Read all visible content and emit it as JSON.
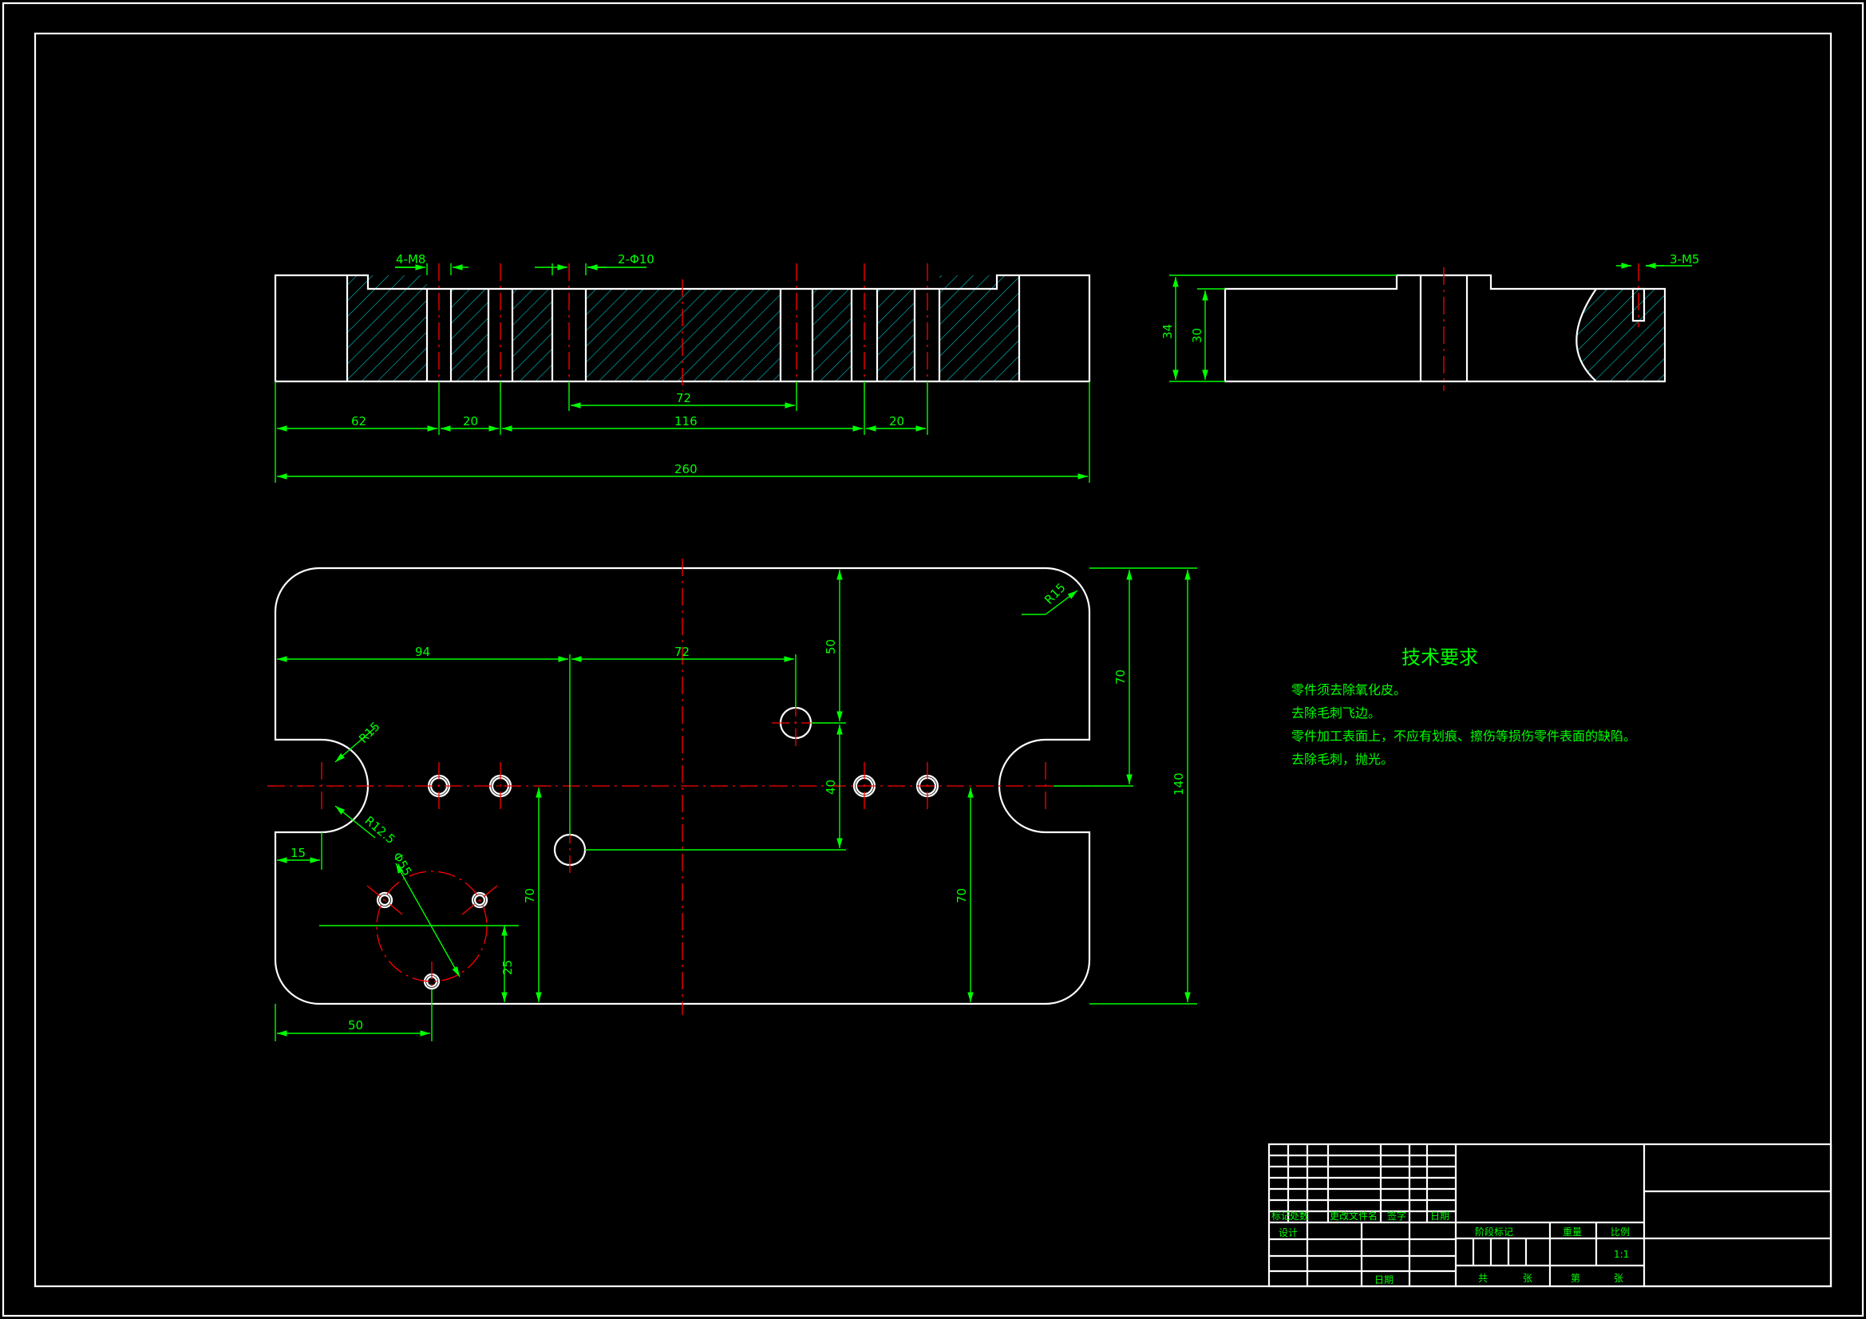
{
  "front_view": {
    "callouts": {
      "tapped_holes": "4-M8",
      "pin_holes": "2-Φ10"
    },
    "dims": {
      "d62": "62",
      "d20a": "20",
      "d72": "72",
      "d116": "116",
      "d20b": "20",
      "d260": "260"
    }
  },
  "side_view": {
    "callouts": {
      "tapped": "3-M5"
    },
    "dims": {
      "d34": "34",
      "d30": "30"
    }
  },
  "plan_view": {
    "dims": {
      "d94": "94",
      "d72": "72",
      "d50": "50",
      "d70a": "70",
      "d140": "140",
      "d40": "40",
      "d70b": "70",
      "d70c": "70",
      "d25": "25",
      "d15": "15",
      "d50b": "50",
      "r15a": "R15",
      "r15b": "R15",
      "r12_5": "R12.5",
      "dia55": "Φ55"
    }
  },
  "tech_requirements": {
    "title": "技术要求",
    "items": [
      "零件须去除氧化皮。",
      "去除毛刺飞边。",
      "零件加工表面上，不应有划痕、擦伤等损伤零件表面的缺陷。",
      "去除毛刺，抛光。"
    ]
  },
  "title_block": {
    "rev_row": [
      "标记",
      "处数",
      "更改文件名",
      "签字",
      "日期"
    ],
    "design": "设计",
    "date": "日期",
    "stage_mark": "阶段标记",
    "weight": "重量",
    "scale_label": "比例",
    "scale_value": "1:1",
    "total": "共",
    "sheets": "张",
    "sheet_no": "第",
    "sheet_no_unit": "张"
  },
  "colors": {
    "background": "#000000",
    "outline": "#ffffff",
    "dimension": "#00ff00",
    "centerline": "#ff0000",
    "hatch": "#00c8c8"
  }
}
